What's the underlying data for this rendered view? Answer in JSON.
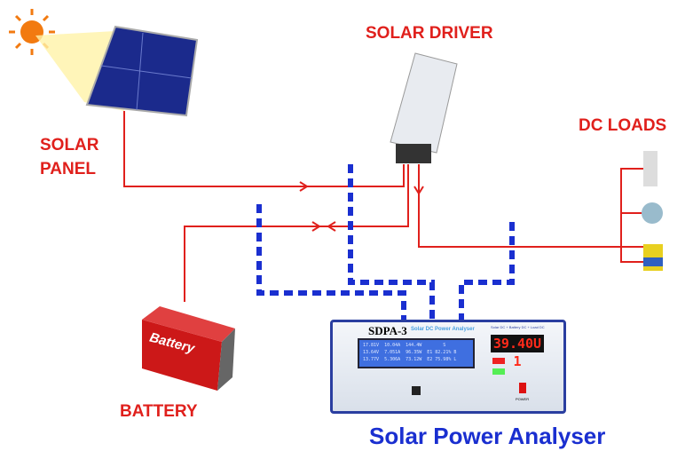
{
  "labels": {
    "solar_panel_1": "SOLAR",
    "solar_panel_2": "PANEL",
    "solar_driver": "SOLAR DRIVER",
    "dc_loads": "DC LOADS",
    "battery": "BATTERY",
    "battery_sticker": "Battery",
    "caption": "Solar Power Analyser"
  },
  "device": {
    "model": "SDPA-3",
    "subtitle": "Solar DC Power Analyser",
    "header": "Solar DC + Battery DC + Load DC",
    "display": "39.40U 1",
    "lcd": [
      "17.81V  10.04A  144.4W        S",
      "13.64V  7.051A  96.35W  E1 82.21% B",
      "13.77V  5.306A  73.12W  E2 75.98% L"
    ],
    "power_label": "POWER"
  },
  "colors": {
    "wire": "#e0201c",
    "probe": "#1a2fd0",
    "label": "#e0201c",
    "caption": "#1a2fd0"
  }
}
